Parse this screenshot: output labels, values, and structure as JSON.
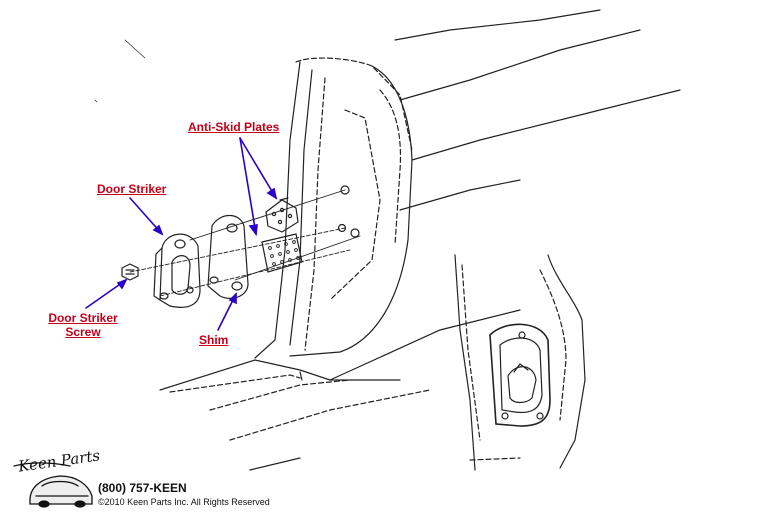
{
  "colors": {
    "label": "#c4001a",
    "arrow": "#2b00c8",
    "line": "#222222"
  },
  "labels": {
    "anti_skid_plates": "Anti-Skid Plates",
    "door_striker": "Door Striker",
    "door_striker_screw_line1": "Door Striker",
    "door_striker_screw_line2": "Screw",
    "shim": "Shim"
  },
  "branding": {
    "logo_script": "Keen Parts",
    "logo_icon": "corvette-car-icon",
    "phone": "(800) 757-KEEN",
    "copyright": "©2010 Keen Parts Inc. All Rights Reserved"
  }
}
